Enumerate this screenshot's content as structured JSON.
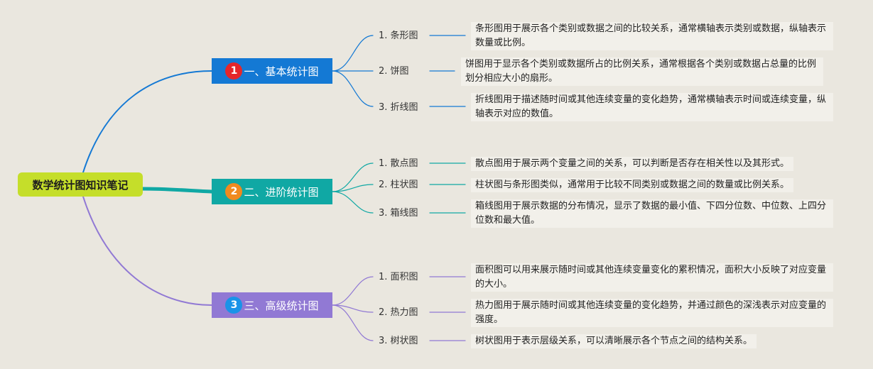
{
  "title": "数学统计图知识笔记",
  "colors": {
    "background": "#eae7df",
    "root": "#c5de2a",
    "branches": [
      "#1479d4",
      "#10a8a4",
      "#9179d4"
    ],
    "badges": [
      "#e5252a",
      "#f08a1f",
      "#1a93e8"
    ]
  },
  "branches": [
    {
      "badge": "1",
      "label": "一、基本统计图",
      "items": [
        {
          "label": "1. 条形图",
          "desc": "条形图用于展示各个类别或数据之间的比较关系，通常横轴表示类别或数据，纵轴表示数量或比例。"
        },
        {
          "label": "2. 饼图",
          "desc": "饼图用于显示各个类别或数据所占的比例关系，通常根据各个类别或数据占总量的比例划分相应大小的扇形。"
        },
        {
          "label": "3. 折线图",
          "desc": "折线图用于描述随时间或其他连续变量的变化趋势，通常横轴表示时间或连续变量，纵轴表示对应的数值。"
        }
      ]
    },
    {
      "badge": "2",
      "label": "二、进阶统计图",
      "items": [
        {
          "label": "1. 散点图",
          "desc": "散点图用于展示两个变量之间的关系，可以判断是否存在相关性以及其形式。"
        },
        {
          "label": "2. 柱状图",
          "desc": "柱状图与条形图类似，通常用于比较不同类别或数据之间的数量或比例关系。"
        },
        {
          "label": "3. 箱线图",
          "desc": "箱线图用于展示数据的分布情况，显示了数据的最小值、下四分位数、中位数、上四分位数和最大值。"
        }
      ]
    },
    {
      "badge": "3",
      "label": "三、高级统计图",
      "items": [
        {
          "label": "1. 面积图",
          "desc": "面积图可以用来展示随时间或其他连续变量变化的累积情况，面积大小反映了对应变量的大小。"
        },
        {
          "label": "2. 热力图",
          "desc": "热力图用于展示随时间或其他连续变量的变化趋势，并通过颜色的深浅表示对应变量的强度。"
        },
        {
          "label": "3. 树状图",
          "desc": "树状图用于表示层级关系，可以清晰展示各个节点之间的结构关系。"
        }
      ]
    }
  ]
}
